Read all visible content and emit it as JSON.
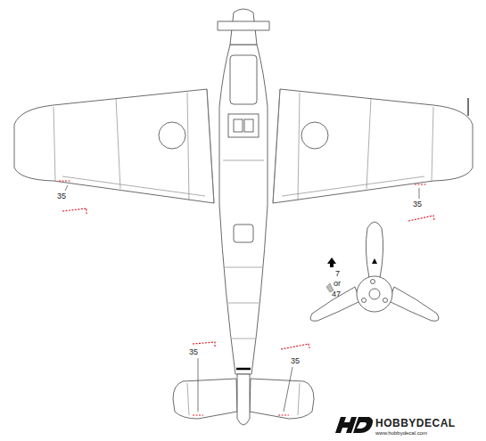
{
  "diagram": {
    "labels": [
      "35",
      "35",
      "7",
      "or",
      "47",
      "35",
      "35",
      "HOBBYDECAL",
      "www.hobbydecal.com"
    ]
  }
}
